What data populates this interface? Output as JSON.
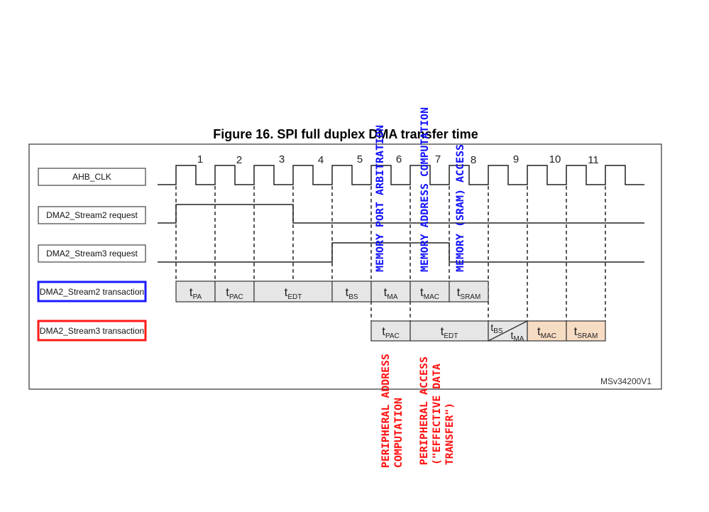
{
  "figure": {
    "title": "Figure 16. SPI full duplex DMA transfer time",
    "reference": "MSv34200V1"
  },
  "signals": {
    "clk": "AHB_CLK",
    "req2": "DMA2_Stream2 request",
    "req3": "DMA2_Stream3 request",
    "tr2": "DMA2_Stream2 transaction",
    "tr3": "DMA2_Stream3 transaction"
  },
  "cycles": [
    "1",
    "2",
    "3",
    "4",
    "5",
    "6",
    "7",
    "8",
    "9",
    "10",
    "11"
  ],
  "stream2_segments": [
    {
      "t": "t",
      "sub": "PA"
    },
    {
      "t": "t",
      "sub": "PAC"
    },
    {
      "t": "t",
      "sub": "EDT"
    },
    {
      "t": "t",
      "sub": "BS"
    },
    {
      "t": "t",
      "sub": "MA"
    },
    {
      "t": "t",
      "sub": "MAC"
    },
    {
      "t": "t",
      "sub": "SRAM"
    }
  ],
  "stream3_segments": [
    {
      "t": "t",
      "sub": "PAC"
    },
    {
      "t": "t",
      "sub": "EDT"
    },
    {
      "t": "t",
      "sub": "BS",
      "t2": "t",
      "sub2": "MA"
    },
    {
      "t": "t",
      "sub": "MAC"
    },
    {
      "t": "t",
      "sub": "SRAM"
    }
  ],
  "annotations_blue": [
    "MEMORY PORT ARBITRATION",
    "MEMORY ADDRESS COMPUTATION",
    "MEMORY (SRAM) ACCESS"
  ],
  "annotations_red": [
    [
      "PERIPHERAL ADDRESS",
      "COMPUTATION"
    ],
    [
      "PERIPHERAL ACCESS",
      "(\"EFFECTIVE DATA",
      "TRANSFER\")"
    ]
  ],
  "colors": {
    "stream2_box": "#1a1aff",
    "stream3_box": "#ff1a1a",
    "grey_fill": "#e6e6e6",
    "peach_fill": "#f7dcc4",
    "blue_text": "#1010ff",
    "red_text": "#ff1010"
  }
}
